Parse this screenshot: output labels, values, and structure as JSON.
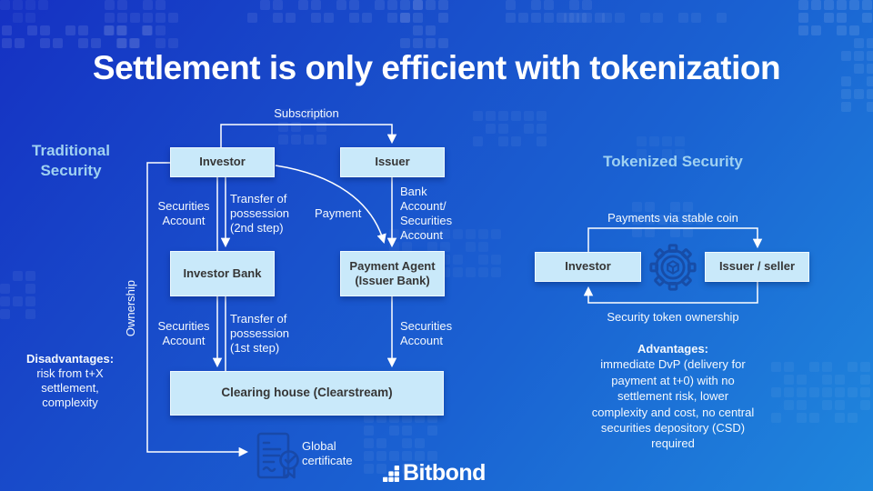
{
  "slide": {
    "title": "Settlement is only efficient with tokenization"
  },
  "traditional": {
    "heading": "Traditional Security",
    "subscription_label": "Subscription",
    "investor_label": "Investor",
    "issuer_label": "Issuer",
    "securities_account_label": "Securities Account",
    "transfer_2nd_label": "Transfer of possession (2nd step)",
    "payment_label": "Payment",
    "bank_account_label": "Bank Account/ Securities Account",
    "ownership_label": "Ownership",
    "investor_bank_label": "Investor Bank",
    "payment_agent_label": "Payment Agent (Issuer Bank)",
    "transfer_1st_label": "Transfer of possession (1st step)",
    "clearing_house_label": "Clearing house (Clearstream)",
    "disadvantages_heading": "Disadvantages:",
    "disadvantages_body": "risk from t+X settlement, complexity",
    "global_certificate_label": "Global certificate"
  },
  "tokenized": {
    "heading": "Tokenized Security",
    "payments_label": "Payments via stable coin",
    "investor_label": "Investor",
    "issuer_label": "Issuer / seller",
    "ownership_label": "Security token ownership",
    "advantages_heading": "Advantages:",
    "advantages_body": "immediate DvP (delivery for payment at t+0) with no settlement risk, lower complexity and cost, no central securities depository (CSD) required"
  },
  "footer": {
    "brand": "Bitbond"
  },
  "icons": {
    "certificate": "certificate-icon",
    "gear": "tokenization-gear-icon",
    "logo_mark": "bitbond-logo-mark-icon"
  },
  "colors": {
    "background_top": "#1531c3",
    "background_bottom": "#1f87dd",
    "heading_accent": "#9fd1f1",
    "box_fill": "#c9e9fa",
    "box_text": "#363636",
    "line": "#ffffff",
    "icon_stroke": "#1848a6"
  }
}
